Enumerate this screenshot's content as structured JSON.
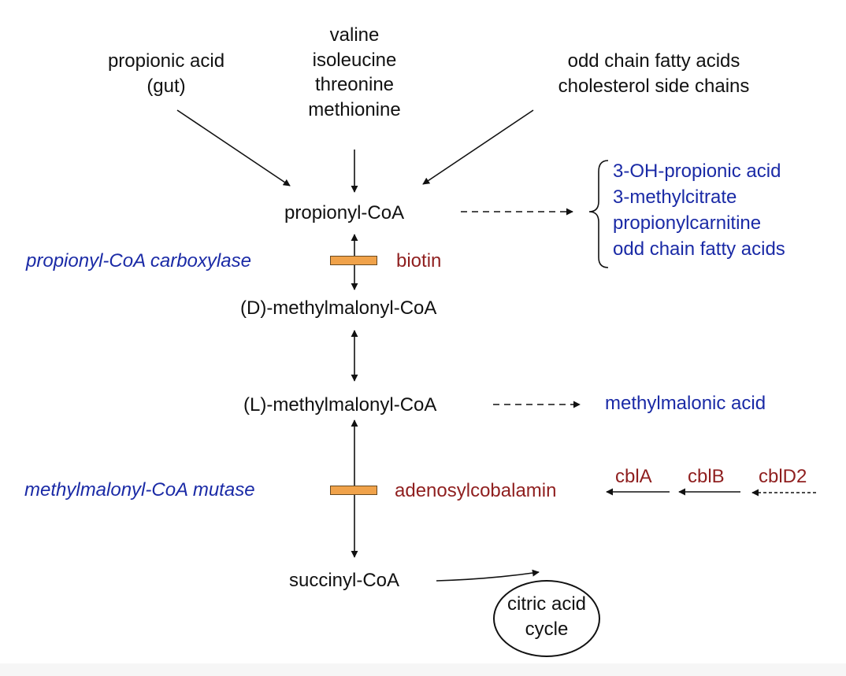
{
  "sources": {
    "propionic_acid": [
      "propionic acid",
      "(gut)"
    ],
    "amino_acids": [
      "valine",
      "isoleucine",
      "threonine",
      "methionine"
    ],
    "fatty_acids": [
      "odd chain fatty acids",
      "cholesterol side chains"
    ]
  },
  "metabolites": {
    "propionyl_coa": "propionyl-CoA",
    "d_methylmalonyl_coa": "(D)-methylmalonyl-CoA",
    "l_methylmalonyl_coa": "(L)-methylmalonyl-CoA",
    "succinyl_coa": "succinyl-CoA"
  },
  "enzymes": {
    "pcc": "propionyl-CoA carboxylase",
    "mut": "methylmalonyl-CoA mutase"
  },
  "cofactors": {
    "biotin": "biotin",
    "adenosylcobalamin": "adenosylcobalamin"
  },
  "byproducts": {
    "propionyl_products": [
      "3-OH-propionic acid",
      "3-methylcitrate",
      "propionylcarnitine",
      "odd chain fatty acids"
    ],
    "methylmalonic_acid": "methylmalonic acid"
  },
  "cbl_genes": {
    "cblA": "cblA",
    "cblB": "cblB",
    "cblD2": "cblD2"
  },
  "citric_acid_cycle": [
    "citric acid",
    "cycle"
  ],
  "colors": {
    "metabolite": "#111111",
    "enzyme": "#1a2aa6",
    "byproduct": "#1a2aa6",
    "cofactor": "#8f1f1f",
    "enzyme_bar": "#f0a24a"
  }
}
